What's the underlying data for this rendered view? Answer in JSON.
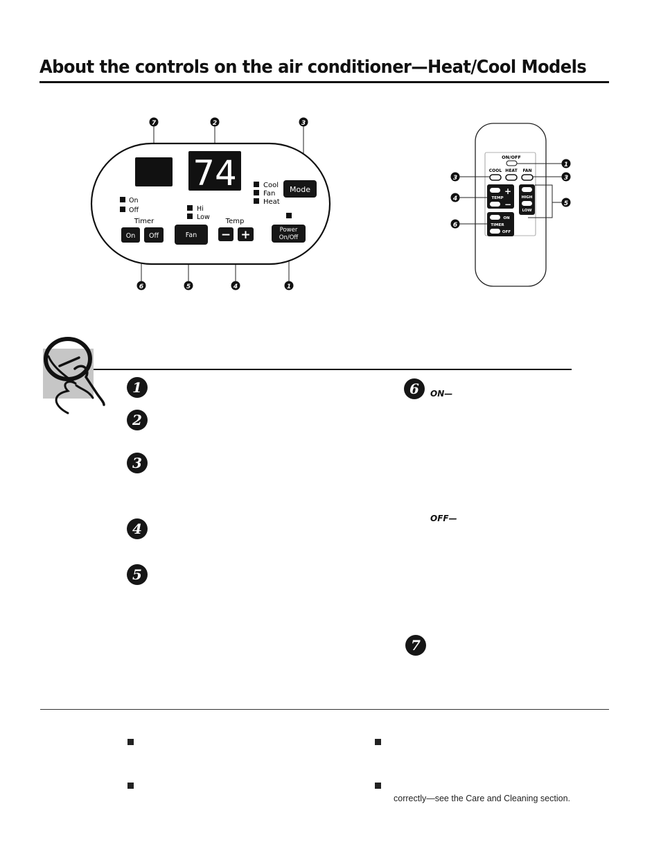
{
  "page": {
    "title": "About the controls on the air conditioner—Heat/Cool Models"
  },
  "panel": {
    "display_value": "74",
    "mode_label": "Mode",
    "mode_indicators": [
      "Cool",
      "Fan",
      "Heat"
    ],
    "timer_indicators": [
      "On",
      "Off"
    ],
    "timer_label": "Timer",
    "timer_on_label": "On",
    "timer_off_label": "Off",
    "fan_indicators": [
      "Hi",
      "Low"
    ],
    "fan_label": "Fan",
    "temp_label": "Temp",
    "minus_glyph": "−",
    "plus_glyph": "+",
    "power_line1": "Power",
    "power_line2": "On/Off",
    "callouts_top": [
      "7",
      "2",
      "3"
    ],
    "callouts_bottom": [
      "6",
      "5",
      "4",
      "1"
    ]
  },
  "remote": {
    "onoff_label": "ON/OFF",
    "cool_label": "COOL",
    "heat_label": "HEAT",
    "fan_label": "FAN",
    "temp_label": "TEMP",
    "plus_glyph": "+",
    "minus_glyph": "−",
    "high_label": "HIGH",
    "low_label": "LOW",
    "on_label": "ON",
    "timer_label": "TIMER",
    "off_label": "OFF",
    "callouts": [
      "1",
      "3",
      "3",
      "4",
      "5",
      "6"
    ]
  },
  "steps": {
    "numbers": [
      "1",
      "2",
      "3",
      "4",
      "5",
      "6",
      "7"
    ],
    "on_text": "ON—",
    "off_text": "OFF—"
  },
  "footer": {
    "bullet": "■",
    "care_text": "correctly—see the Care and Cleaning section."
  }
}
